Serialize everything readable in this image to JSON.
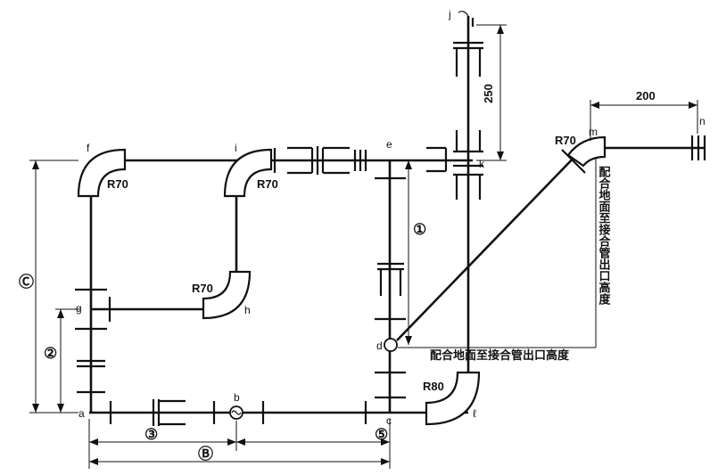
{
  "nodes": {
    "a": "a",
    "b": "b",
    "c": "c",
    "d": "d",
    "e": "e",
    "f": "f",
    "g": "g",
    "h": "h",
    "i": "i",
    "j": "j",
    "k": "k",
    "l": "ℓ",
    "m": "m",
    "n": "n"
  },
  "bends": {
    "f": "R70",
    "i": "R70",
    "h": "R70",
    "m": "R70",
    "l": "R80"
  },
  "dims": {
    "d250": "250",
    "d200": "200",
    "c1": "①",
    "c2": "②",
    "c3": "③",
    "c5": "⑤",
    "cB": "Ⓑ",
    "cC": "Ⓒ"
  },
  "notes": {
    "horizontal": "配合地面至接合管出口高度",
    "vertical": "配合地面至接合管出口高度"
  }
}
